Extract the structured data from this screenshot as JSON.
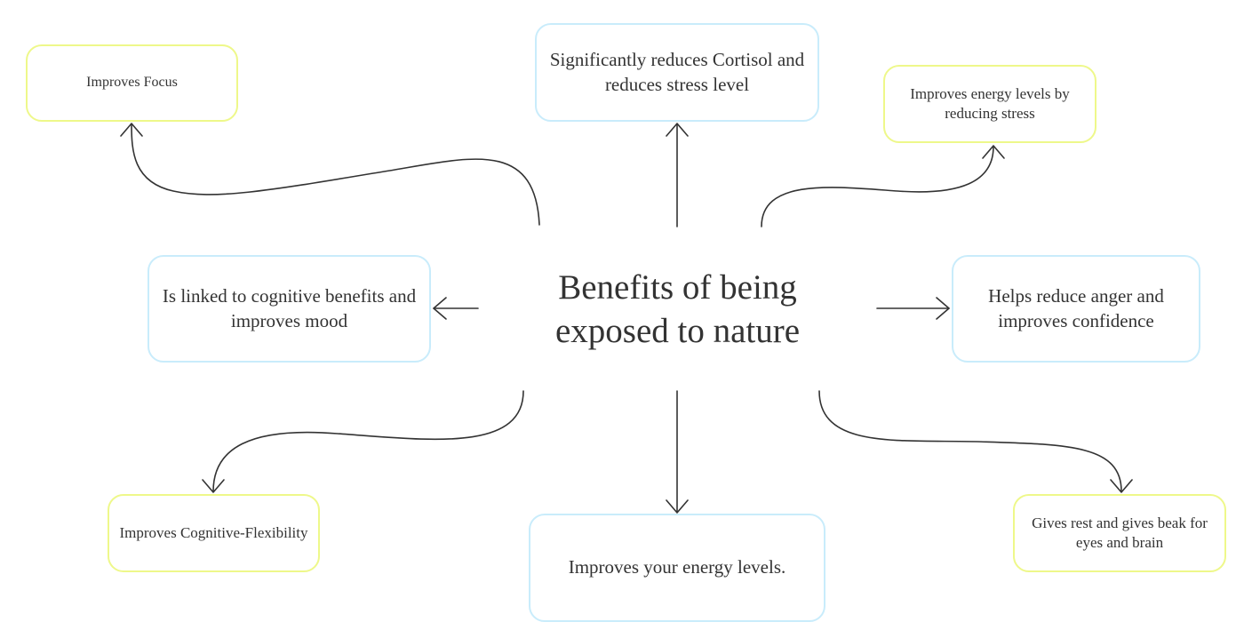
{
  "central_topic": "Benefits of being exposed to nature",
  "nodes": {
    "top_left": "Improves Focus",
    "top_center": "Significantly reduces Cortisol and reduces stress level",
    "top_right": "Improves energy levels by reducing stress",
    "middle_left": "Is linked to cognitive benefits and improves mood",
    "middle_right": "Helps reduce anger and improves confidence",
    "bottom_left": "Improves Cognitive-Flexibility",
    "bottom_center": "Improves your energy levels.",
    "bottom_right": "Gives rest and gives beak for eyes and brain"
  },
  "colors": {
    "blue_border": "#c9ecfb",
    "yellow_border": "#eef88a",
    "text": "#333333",
    "connector": "#333333"
  }
}
